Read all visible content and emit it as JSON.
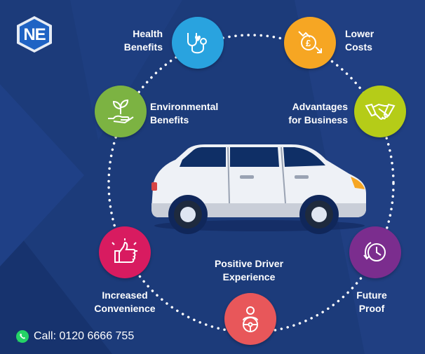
{
  "logo": {
    "text": "NE"
  },
  "nodes": {
    "health": {
      "label": "Health\nBenefits",
      "icon": "stethoscope-heart-icon",
      "color": "#29a3df"
    },
    "costs": {
      "label": "Lower\nCosts",
      "icon": "pound-coin-down-icon",
      "color": "#f6a623"
    },
    "business": {
      "label": "Advantages\nfor Business",
      "icon": "handshake-icon",
      "color": "#b5cc18"
    },
    "environment": {
      "label": "Environmental\nBenefits",
      "icon": "plant-hand-icon",
      "color": "#7cb342"
    },
    "convenience": {
      "label": "Increased\nConvenience",
      "icon": "thumbs-up-icon",
      "color": "#d81b60"
    },
    "driver": {
      "label": "Positive Driver\nExperience",
      "icon": "driver-steering-icon",
      "color": "#e8575a"
    },
    "future": {
      "label": "Future\nProof",
      "icon": "clock-arrow-icon",
      "color": "#7b2d8e"
    }
  },
  "contact": {
    "label": "Call: 0120 6666 755",
    "icon": "whatsapp-icon"
  }
}
